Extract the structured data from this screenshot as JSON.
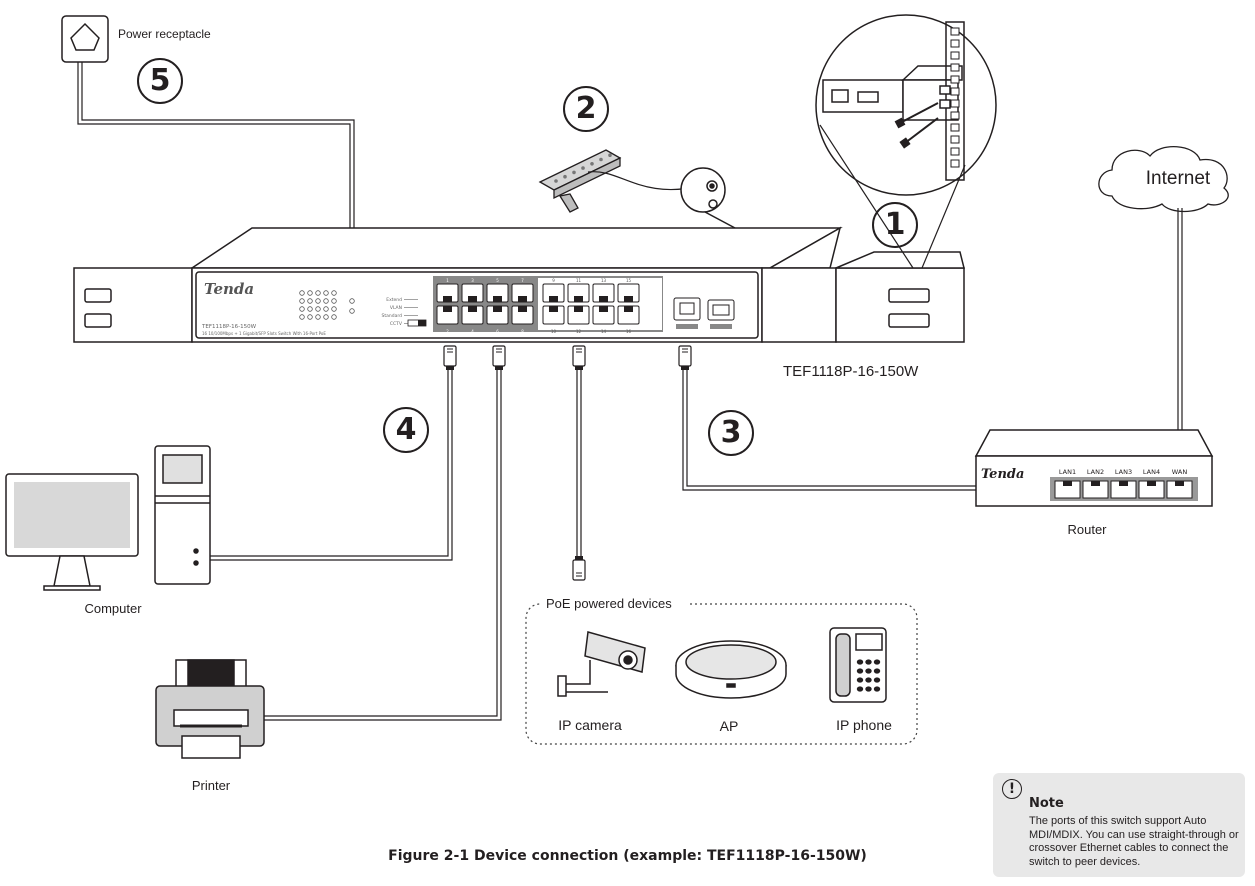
{
  "labels": {
    "power_receptacle": "Power receptacle",
    "internet": "Internet",
    "switch_model": "TEF1118P-16-150W",
    "router": "Router",
    "computer": "Computer",
    "printer": "Printer",
    "poe_group": "PoE powered devices",
    "ip_camera": "IP camera",
    "ap": "AP",
    "ip_phone": "IP phone"
  },
  "steps": [
    "1",
    "2",
    "3",
    "4",
    "5"
  ],
  "switch_panel": {
    "brand": "Tenda",
    "model_text": "TEF1118P-16-150W",
    "desc_text": "16 10/100Mbps + 1 Gigabit/SFP Slots Switch With 16-Port PoE",
    "mode_labels": [
      "Extend",
      "VLAN",
      "Standard",
      "CCTV"
    ],
    "port_numbers_top": [
      "1",
      "3",
      "5",
      "7",
      "9",
      "11",
      "13",
      "15"
    ],
    "port_numbers_bottom": [
      "2",
      "4",
      "6",
      "8",
      "10",
      "12",
      "14",
      "16"
    ]
  },
  "router_panel": {
    "brand": "Tenda",
    "ports": [
      "LAN1",
      "LAN2",
      "LAN3",
      "LAN4",
      "WAN"
    ]
  },
  "caption": "Figure 2-1   Device connection (example: TEF1118P-16-150W)",
  "note": {
    "icon": "exclamation-icon",
    "title": "Note",
    "body": "The ports of this switch support Auto MDI/MDIX. You can use straight-through or crossover Ethernet cables to connect the switch to peer devices."
  }
}
